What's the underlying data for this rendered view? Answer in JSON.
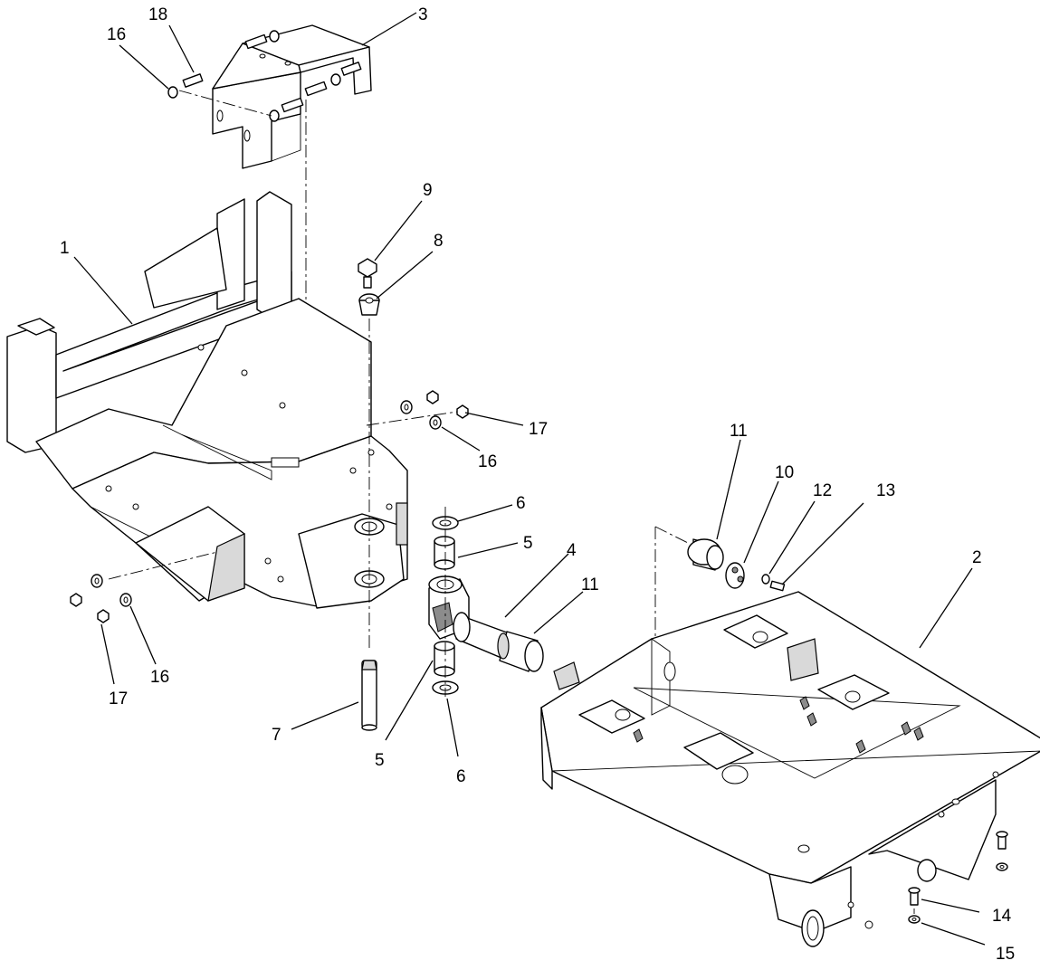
{
  "callouts": [
    {
      "id": "c18",
      "text": "18"
    },
    {
      "id": "c3",
      "text": "3"
    },
    {
      "id": "c16a",
      "text": "16"
    },
    {
      "id": "c9",
      "text": "9"
    },
    {
      "id": "c8",
      "text": "8"
    },
    {
      "id": "c1",
      "text": "1"
    },
    {
      "id": "c17a",
      "text": "17"
    },
    {
      "id": "c16b",
      "text": "16"
    },
    {
      "id": "c6a",
      "text": "6"
    },
    {
      "id": "c5a",
      "text": "5"
    },
    {
      "id": "c4",
      "text": "4"
    },
    {
      "id": "c11a",
      "text": "11"
    },
    {
      "id": "c11b",
      "text": "11"
    },
    {
      "id": "c10",
      "text": "10"
    },
    {
      "id": "c12",
      "text": "12"
    },
    {
      "id": "c13",
      "text": "13"
    },
    {
      "id": "c2",
      "text": "2"
    },
    {
      "id": "c17b",
      "text": "17"
    },
    {
      "id": "c16c",
      "text": "16"
    },
    {
      "id": "c7",
      "text": "7"
    },
    {
      "id": "c5b",
      "text": "5"
    },
    {
      "id": "c6b",
      "text": "6"
    },
    {
      "id": "c14",
      "text": "14"
    },
    {
      "id": "c15",
      "text": "15"
    }
  ]
}
